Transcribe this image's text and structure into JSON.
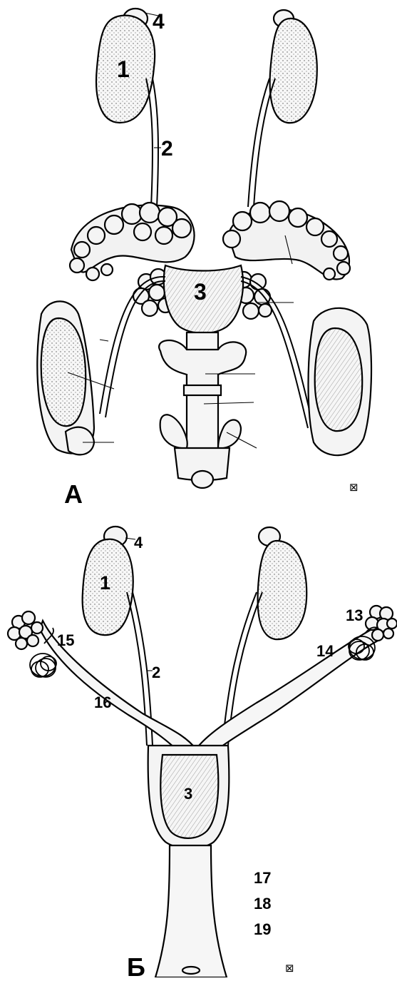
{
  "panels": [
    {
      "id": "A",
      "letter": "А",
      "labels": {
        "kidney": "1",
        "ureter": "2",
        "bladder": "3",
        "adrenal": "4"
      },
      "mark": "⊠"
    },
    {
      "id": "B",
      "letter": "Б",
      "labels": {
        "kidney": "1",
        "ureter": "2",
        "bladder": "3",
        "adrenal": "4",
        "ovary": "13",
        "infundibulum": "14",
        "oviduct": "15",
        "uterine_horn": "16",
        "n17": "17",
        "n18": "18",
        "n19": "19"
      },
      "mark": "⊠"
    }
  ]
}
